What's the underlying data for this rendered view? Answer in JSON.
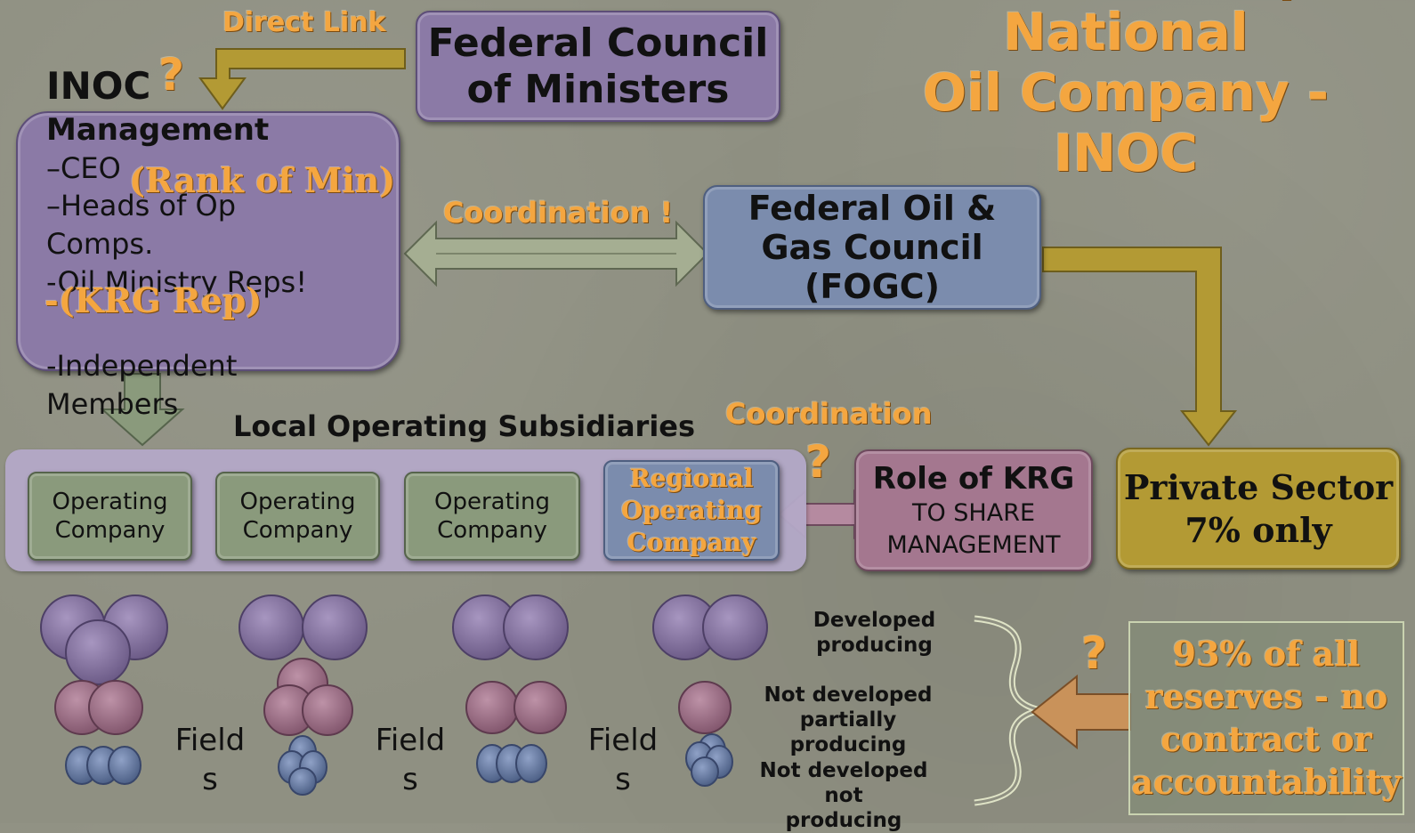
{
  "title": {
    "line1": "Role of Iraq National",
    "line2": "Oil Company - INOC"
  },
  "direct_link": "Direct Link",
  "federal_council": {
    "line1": "Federal Council",
    "line2": "of Ministers"
  },
  "inoc": {
    "label": "INOC",
    "question": "?",
    "management": "Management",
    "ceo": "–CEO",
    "rank_note": "(Rank of Min)",
    "heads_line1": "–Heads of Op",
    "heads_line2": "Comps.",
    "oil_reps": "-Oil Ministry Reps!",
    "krg_rep": "-(KRG Rep)",
    "independent_line1": "-Independent",
    "independent_line2": "Members"
  },
  "coordination_top": "Coordination !",
  "fogc": {
    "line1": "Federal Oil &",
    "line2": "Gas Council",
    "line3": "(FOGC)"
  },
  "local_subsidiaries": "Local Operating Subsidiaries",
  "coordination_mid": "Coordination",
  "coordination_question": "?",
  "operating_companies": [
    {
      "line1": "Operating",
      "line2": "Company"
    },
    {
      "line1": "Operating",
      "line2": "Company"
    },
    {
      "line1": "Operating",
      "line2": "Company"
    }
  ],
  "regional_company": {
    "line1": "Regional",
    "line2": "Operating",
    "line3": "Company"
  },
  "krg": {
    "line1": "Role of KRG",
    "line2": "TO SHARE",
    "line3": "MANAGEMENT"
  },
  "private_sector": {
    "line1": "Private Sector",
    "line2": "7% only"
  },
  "fields": [
    {
      "line1": "Field",
      "line2": "s"
    },
    {
      "line1": "Field",
      "line2": "s"
    },
    {
      "line1": "Field",
      "line2": "s"
    }
  ],
  "legend": {
    "developed": [
      "Developed",
      "producing"
    ],
    "partial": [
      "Not developed",
      "partially producing"
    ],
    "not_producing": [
      "Not developed not",
      "producing"
    ]
  },
  "reserves_question": "?",
  "reserves": {
    "line1": "93% of all",
    "line2": "reserves - no",
    "line3": "contract or",
    "line4": "accountability"
  },
  "colors": {
    "background": "#8f9082",
    "orange_text": "#f4a640",
    "purple_box": "#8b7aa6",
    "blue_box": "#7b8cad",
    "pink_box": "#a4778f",
    "gold_box": "#b39a34",
    "green_box": "#8a9a7c",
    "purple_circle": "#8a78a4",
    "pink_circle": "#a0768c",
    "blue_oval": "#6e80a6"
  }
}
